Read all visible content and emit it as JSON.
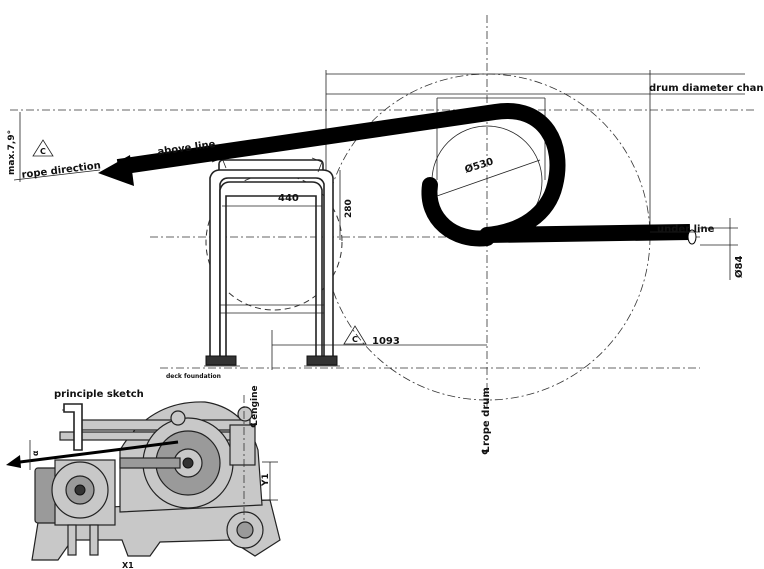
{
  "labels": {
    "drum_diameter": "drum diameter changeable",
    "above_line": "above line",
    "rope_direction": "rope direction",
    "under_line": "under line",
    "max_angle": "max.7,9°",
    "diam_530": "Ø530",
    "dim_440": "440",
    "dim_280": "280",
    "dim_1093": "1093",
    "diam_84": "Ø84",
    "deck_foundation": "deck foundation",
    "rope_drum": "℄rope drum",
    "principle_sketch": "principle sketch",
    "engine": "℄engine",
    "y1": "Y1",
    "x1": "X1",
    "alpha": "α",
    "mark_c_1": "C",
    "mark_c_2": "C"
  },
  "colors": {
    "line": "#111111",
    "machine_light": "#c8c8c8",
    "machine_dark": "#9a9a9a",
    "rope": "#000000"
  }
}
